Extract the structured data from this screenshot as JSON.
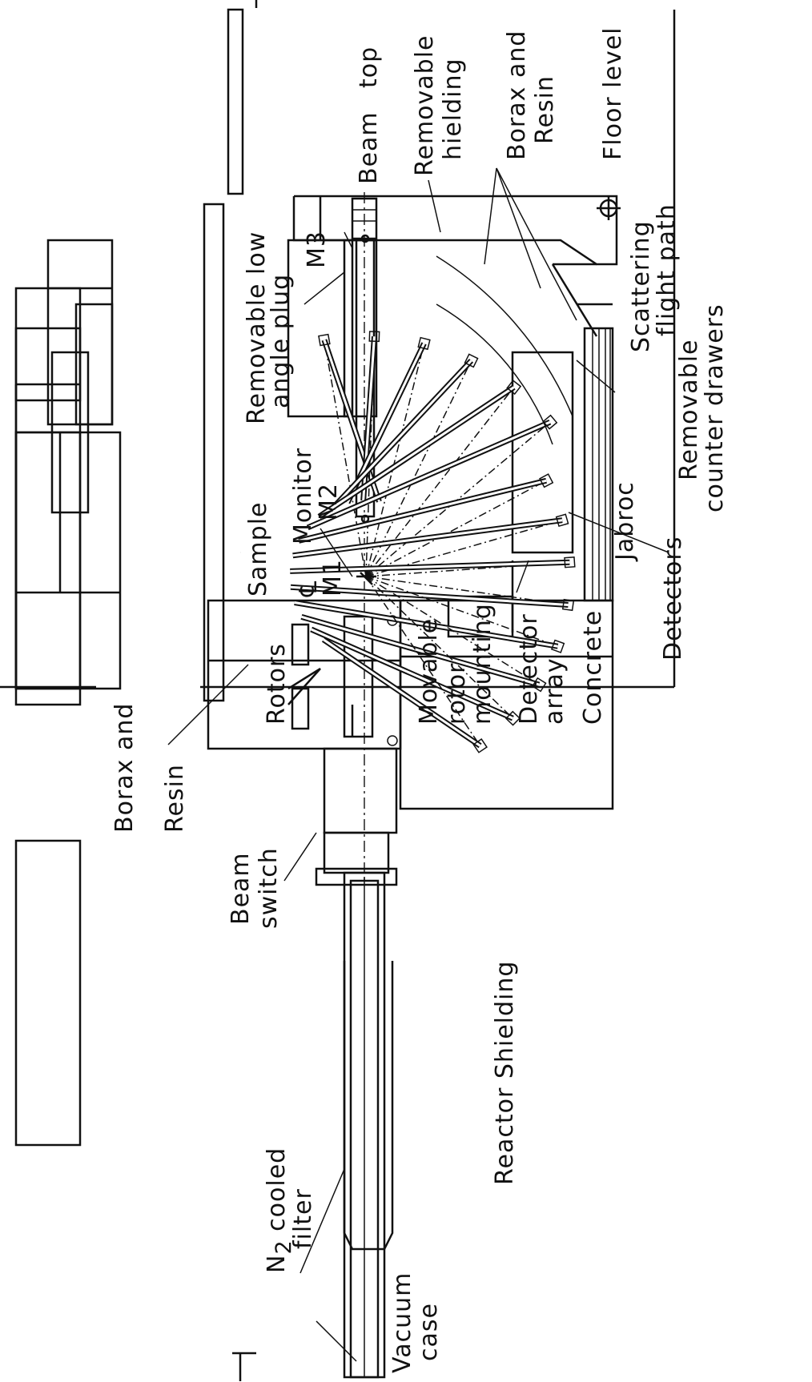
{
  "labels": {
    "borax_resin_top_1": "Borax and",
    "borax_resin_top_2": "Resin",
    "rotors": "Rotors",
    "movable_1": "Movable",
    "movable_2": "rotor",
    "movable_3": "mounting",
    "detector_array_1": "Detector",
    "detector_array_2": "array",
    "concrete": "Concrete",
    "m1": "M1",
    "centreline": "℄",
    "sample": "Sample",
    "monitor_1": "Monitor",
    "monitor_2": "M2",
    "low_angle_1": "Removable low",
    "low_angle_2": "angle plug",
    "m3": "M3",
    "beam_stop_1": "Beam",
    "beam_stop_2": "top",
    "removable_shielding_1": "Removable",
    "removable_shielding_2": "hielding",
    "borax_resin_right_1": "Borax and",
    "borax_resin_right_2": "Resin",
    "floor_level": "Floor level",
    "scattering_1": "Scattering",
    "scattering_2": "flight path",
    "counter_drawers_1": "Removable",
    "counter_drawers_2": "counter drawers",
    "jabroc": "Jabroc",
    "detectors": "Detectors",
    "beam_switch_1": "Beam",
    "beam_switch_2": "switch",
    "reactor_shielding": "Reactor Shielding",
    "n2_filter_1": "N",
    "n2_filter_sub": "2",
    "n2_filter_1b": " cooled",
    "n2_filter_2": "filter",
    "vacuum_1": "Vacuum",
    "vacuum_2": "case"
  },
  "colors": {
    "ink": "#111111",
    "paper": "#ffffff"
  }
}
